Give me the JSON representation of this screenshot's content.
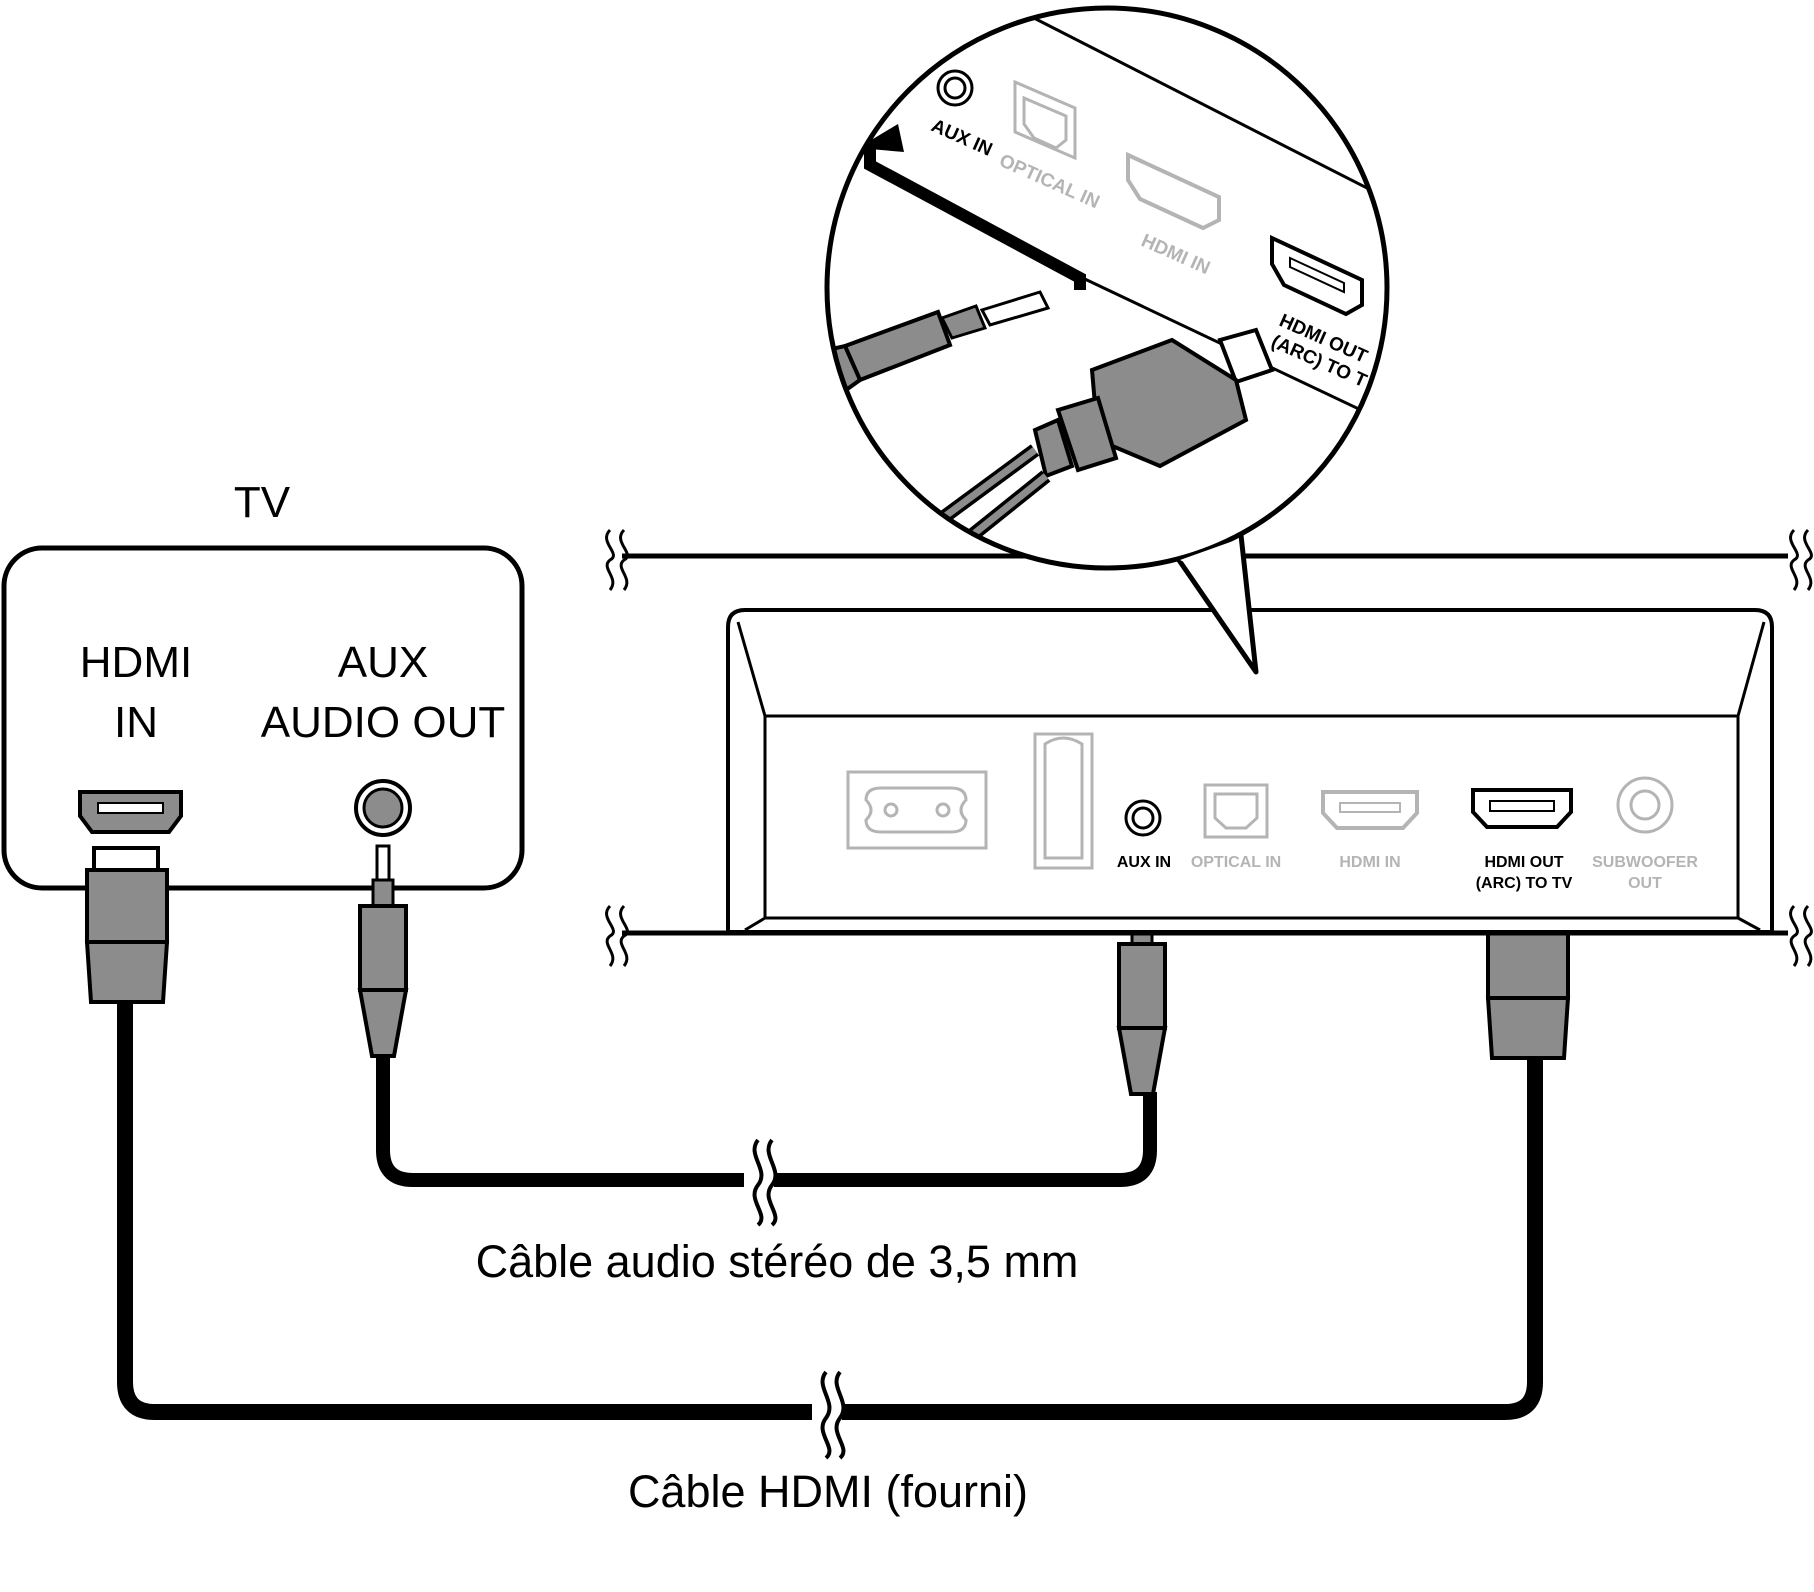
{
  "tv": {
    "title": "TV",
    "hdmi_label_line1": "HDMI",
    "hdmi_label_line2": "IN",
    "aux_label_line1": "AUX",
    "aux_label_line2": "AUDIO OUT"
  },
  "soundbar_ports": {
    "aux_in": "AUX IN",
    "optical_in": "OPTICAL IN",
    "hdmi_in": "HDMI IN",
    "hdmi_out_line1": "HDMI OUT",
    "hdmi_out_line2": "(ARC) TO TV",
    "subwoofer_line1": "SUBWOOFER",
    "subwoofer_line2": "OUT"
  },
  "zoom_ports": {
    "aux_in": "AUX IN",
    "optical_in": "OPTICAL IN",
    "hdmi_in": "HDMI IN",
    "hdmi_out_line1": "HDMI OUT",
    "hdmi_out_line2": "(ARC) TO T"
  },
  "cables": {
    "audio_caption": "Câble audio stéréo de 3,5 mm",
    "hdmi_caption": "Câble HDMI (fourni)"
  },
  "colors": {
    "line": "#000000",
    "plug_fill": "#8c8c8c",
    "inactive_port": "#b4b4b4"
  }
}
